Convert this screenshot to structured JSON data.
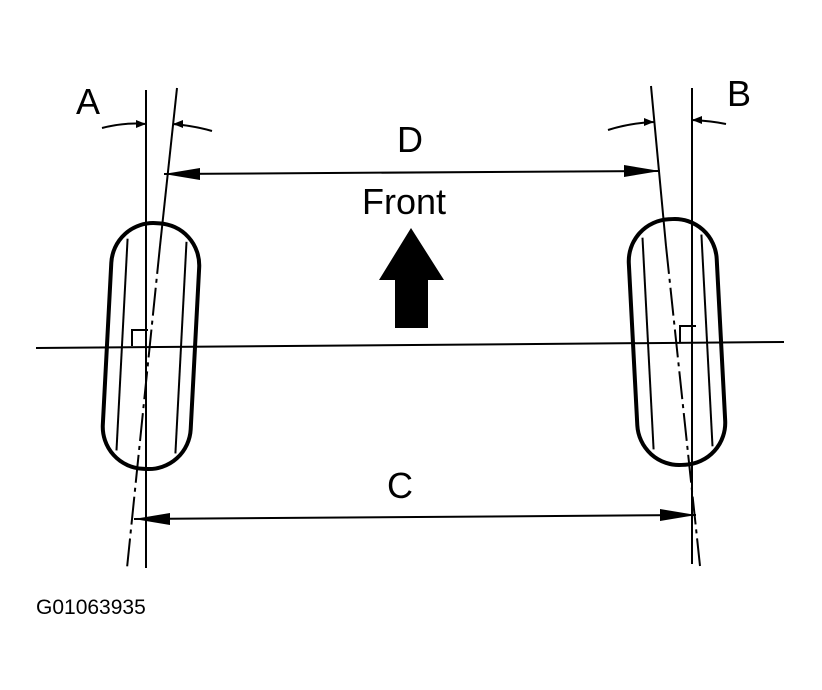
{
  "labels": {
    "a": "A",
    "b": "B",
    "c": "C",
    "d": "D",
    "front": "Front",
    "figure_id": "G01063935"
  },
  "colors": {
    "ink": "#000000",
    "paper": "#ffffff"
  }
}
